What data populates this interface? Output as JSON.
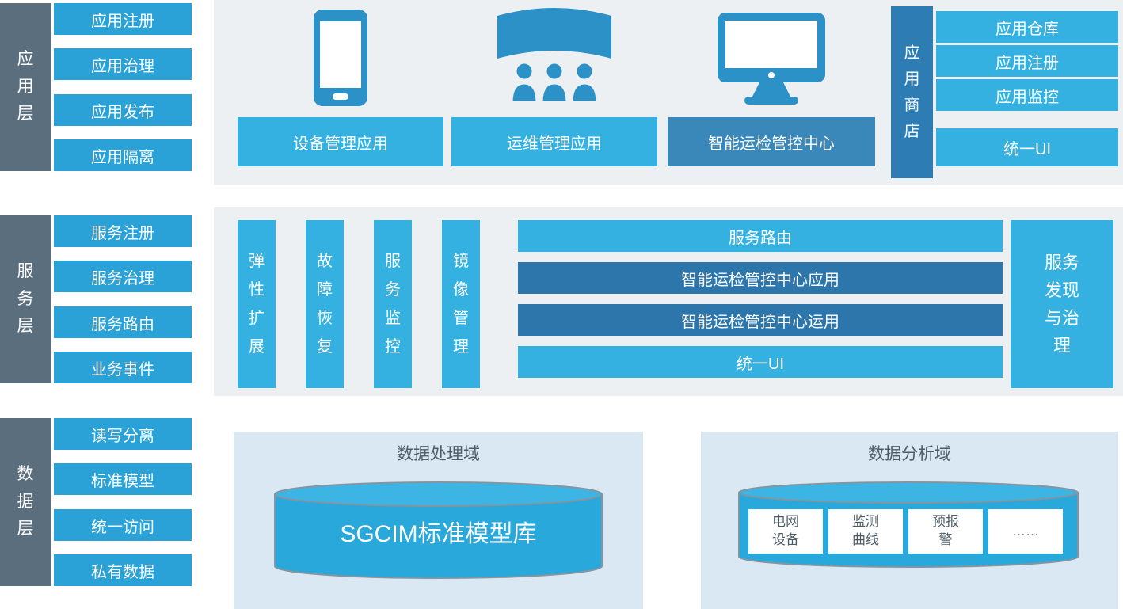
{
  "app_layer": {
    "label": "应用层",
    "items": [
      "应用注册",
      "应用治理",
      "应用发布",
      "应用隔离"
    ],
    "apps": [
      "设备管理应用",
      "运维管理应用",
      "智能运检管控中心"
    ],
    "store": {
      "label": "应用商店",
      "items": [
        "应用仓库",
        "应用注册",
        "应用监控"
      ],
      "bottom_item": "统一UI"
    }
  },
  "service_layer": {
    "label": "服务层",
    "items": [
      "服务注册",
      "服务治理",
      "服务路由",
      "业务事件"
    ],
    "capabilities": [
      "弹性扩展",
      "故障恢复",
      "服务监控",
      "镜像管理"
    ],
    "stack": [
      "服务路由",
      "智能运检管控中心应用",
      "智能运检管控中心运用",
      "统一UI"
    ],
    "right_box": "服务发现与治理"
  },
  "data_layer": {
    "label": "数据层",
    "items": [
      "读写分离",
      "标准模型",
      "统一访问",
      "私有数据"
    ],
    "processing": {
      "title": "数据处理域",
      "cylinder_label": "SGCIM标准模型库"
    },
    "analysis": {
      "title": "数据分析域",
      "cells": [
        "电网设备",
        "监测曲线",
        "预报警",
        "……"
      ]
    }
  },
  "colors": {
    "layer_label_gray": "#5b6e7d",
    "sidebar_blue": "#2aa2d7",
    "light_blue": "#35b1e1",
    "dark_blue": "#2d76ab",
    "center_bar_blue": "#3a87ba",
    "store_strip_blue": "#2d7cb4",
    "panel_gray": "#edf0f2",
    "panel_light_blue": "#d9e8f2",
    "cylinder_blue": "#29a8dc",
    "icon_blue": "#2b91c6"
  }
}
